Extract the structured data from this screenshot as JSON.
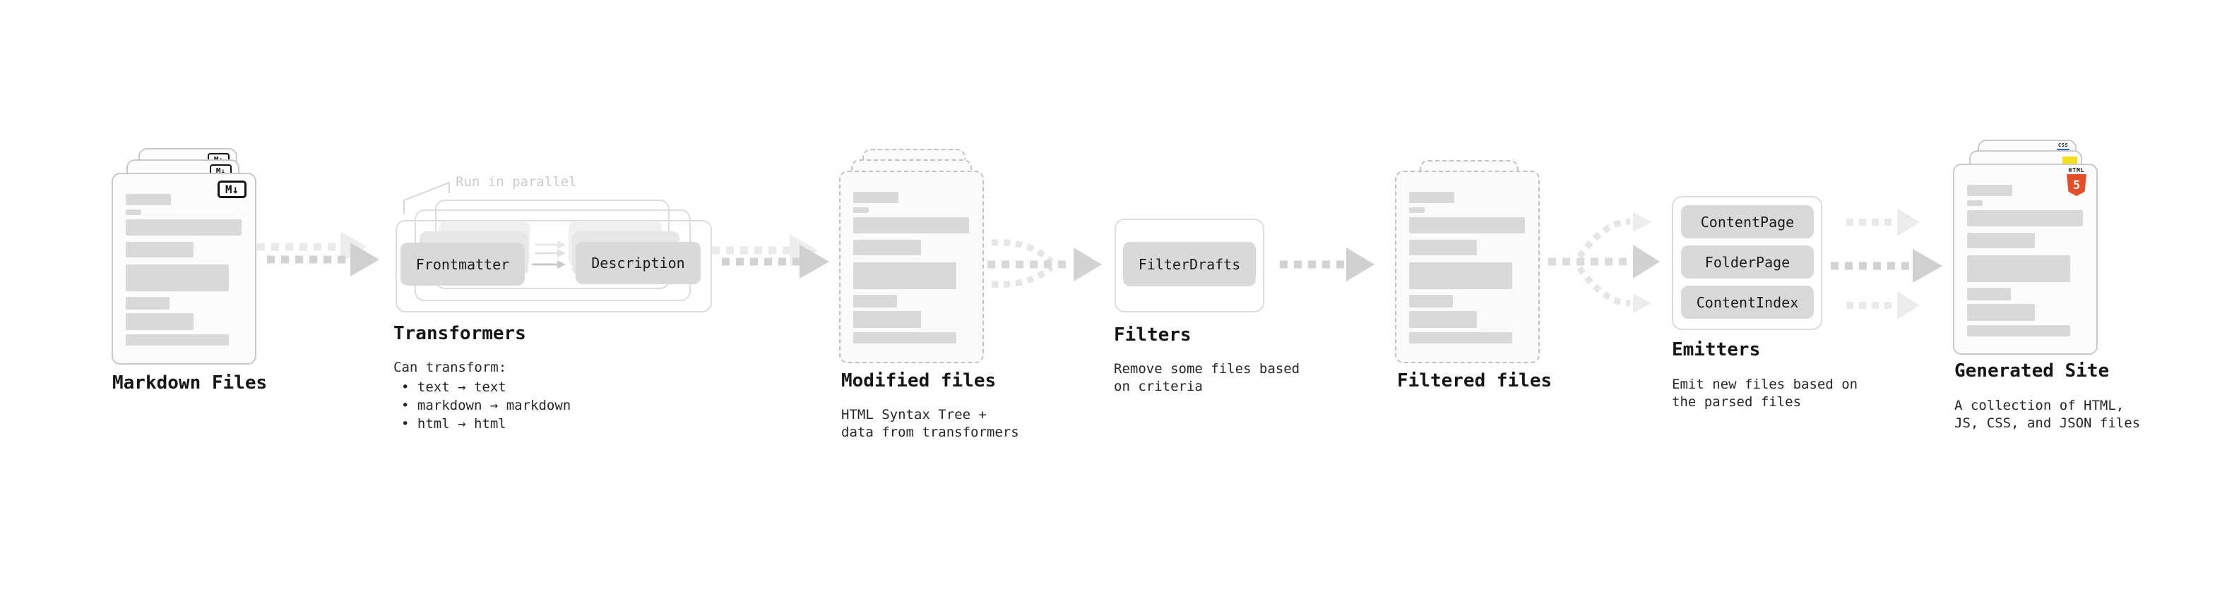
{
  "pipeline": {
    "markdown_files": {
      "label": "Markdown Files",
      "badge": "M↓"
    },
    "transformers": {
      "label": "Transformers",
      "annotation": "Run in parallel",
      "step1": "Frontmatter",
      "step2": "Description",
      "desc_title": "Can transform:",
      "bullets": [
        "• text → text",
        "• markdown → markdown",
        "• html → html"
      ]
    },
    "modified_files": {
      "label": "Modified files",
      "desc": "HTML Syntax Tree +\ndata from transformers"
    },
    "filters": {
      "label": "Filters",
      "step": "FilterDrafts",
      "desc": "Remove some files based\non criteria"
    },
    "filtered_files": {
      "label": "Filtered files"
    },
    "emitters": {
      "label": "Emitters",
      "steps": [
        "ContentPage",
        "FolderPage",
        "ContentIndex"
      ],
      "desc": "Emit new files based on\nthe parsed files"
    },
    "generated_site": {
      "label": "Generated Site",
      "desc": "A collection of HTML,\nJS, CSS, and JSON files",
      "css_badge": "CSS",
      "html_badge": "HTML",
      "html_number": "5"
    }
  },
  "colors": {
    "html5_orange": "#e44d26",
    "js_yellow": "#f5de19",
    "css_blue": "#2b63f0",
    "placeholder_gray": "#d9d9d9",
    "card_border": "#c9c9c9",
    "outline_border": "#dcdcdc",
    "arrow_gray": "#d0d0d0",
    "arrow_light": "#e9e9e9",
    "annotation_gray": "#cbcbcb",
    "text_dark": "#1b1b1b"
  }
}
